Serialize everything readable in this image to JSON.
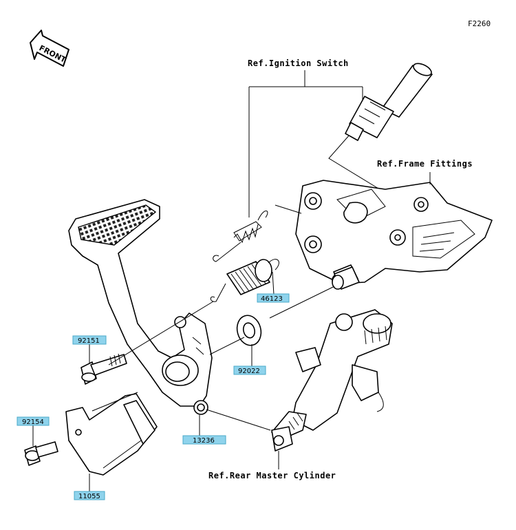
{
  "figure_code": "F2260",
  "front_label": "FRONT",
  "colors": {
    "label_fill": "#8fd3ec",
    "label_border": "#4aa8c8",
    "line": "#000000",
    "background": "#ffffff"
  },
  "references": {
    "ignition_switch": "Ref.Ignition Switch",
    "frame_fittings": "Ref.Frame Fittings",
    "rear_master_cylinder": "Ref.Rear Master Cylinder"
  },
  "parts": [
    {
      "id": "p46123",
      "number": "46123"
    },
    {
      "id": "p92151",
      "number": "92151"
    },
    {
      "id": "p92022",
      "number": "92022"
    },
    {
      "id": "p92154",
      "number": "92154"
    },
    {
      "id": "p13236",
      "number": "13236"
    },
    {
      "id": "p11055",
      "number": "11055"
    }
  ]
}
